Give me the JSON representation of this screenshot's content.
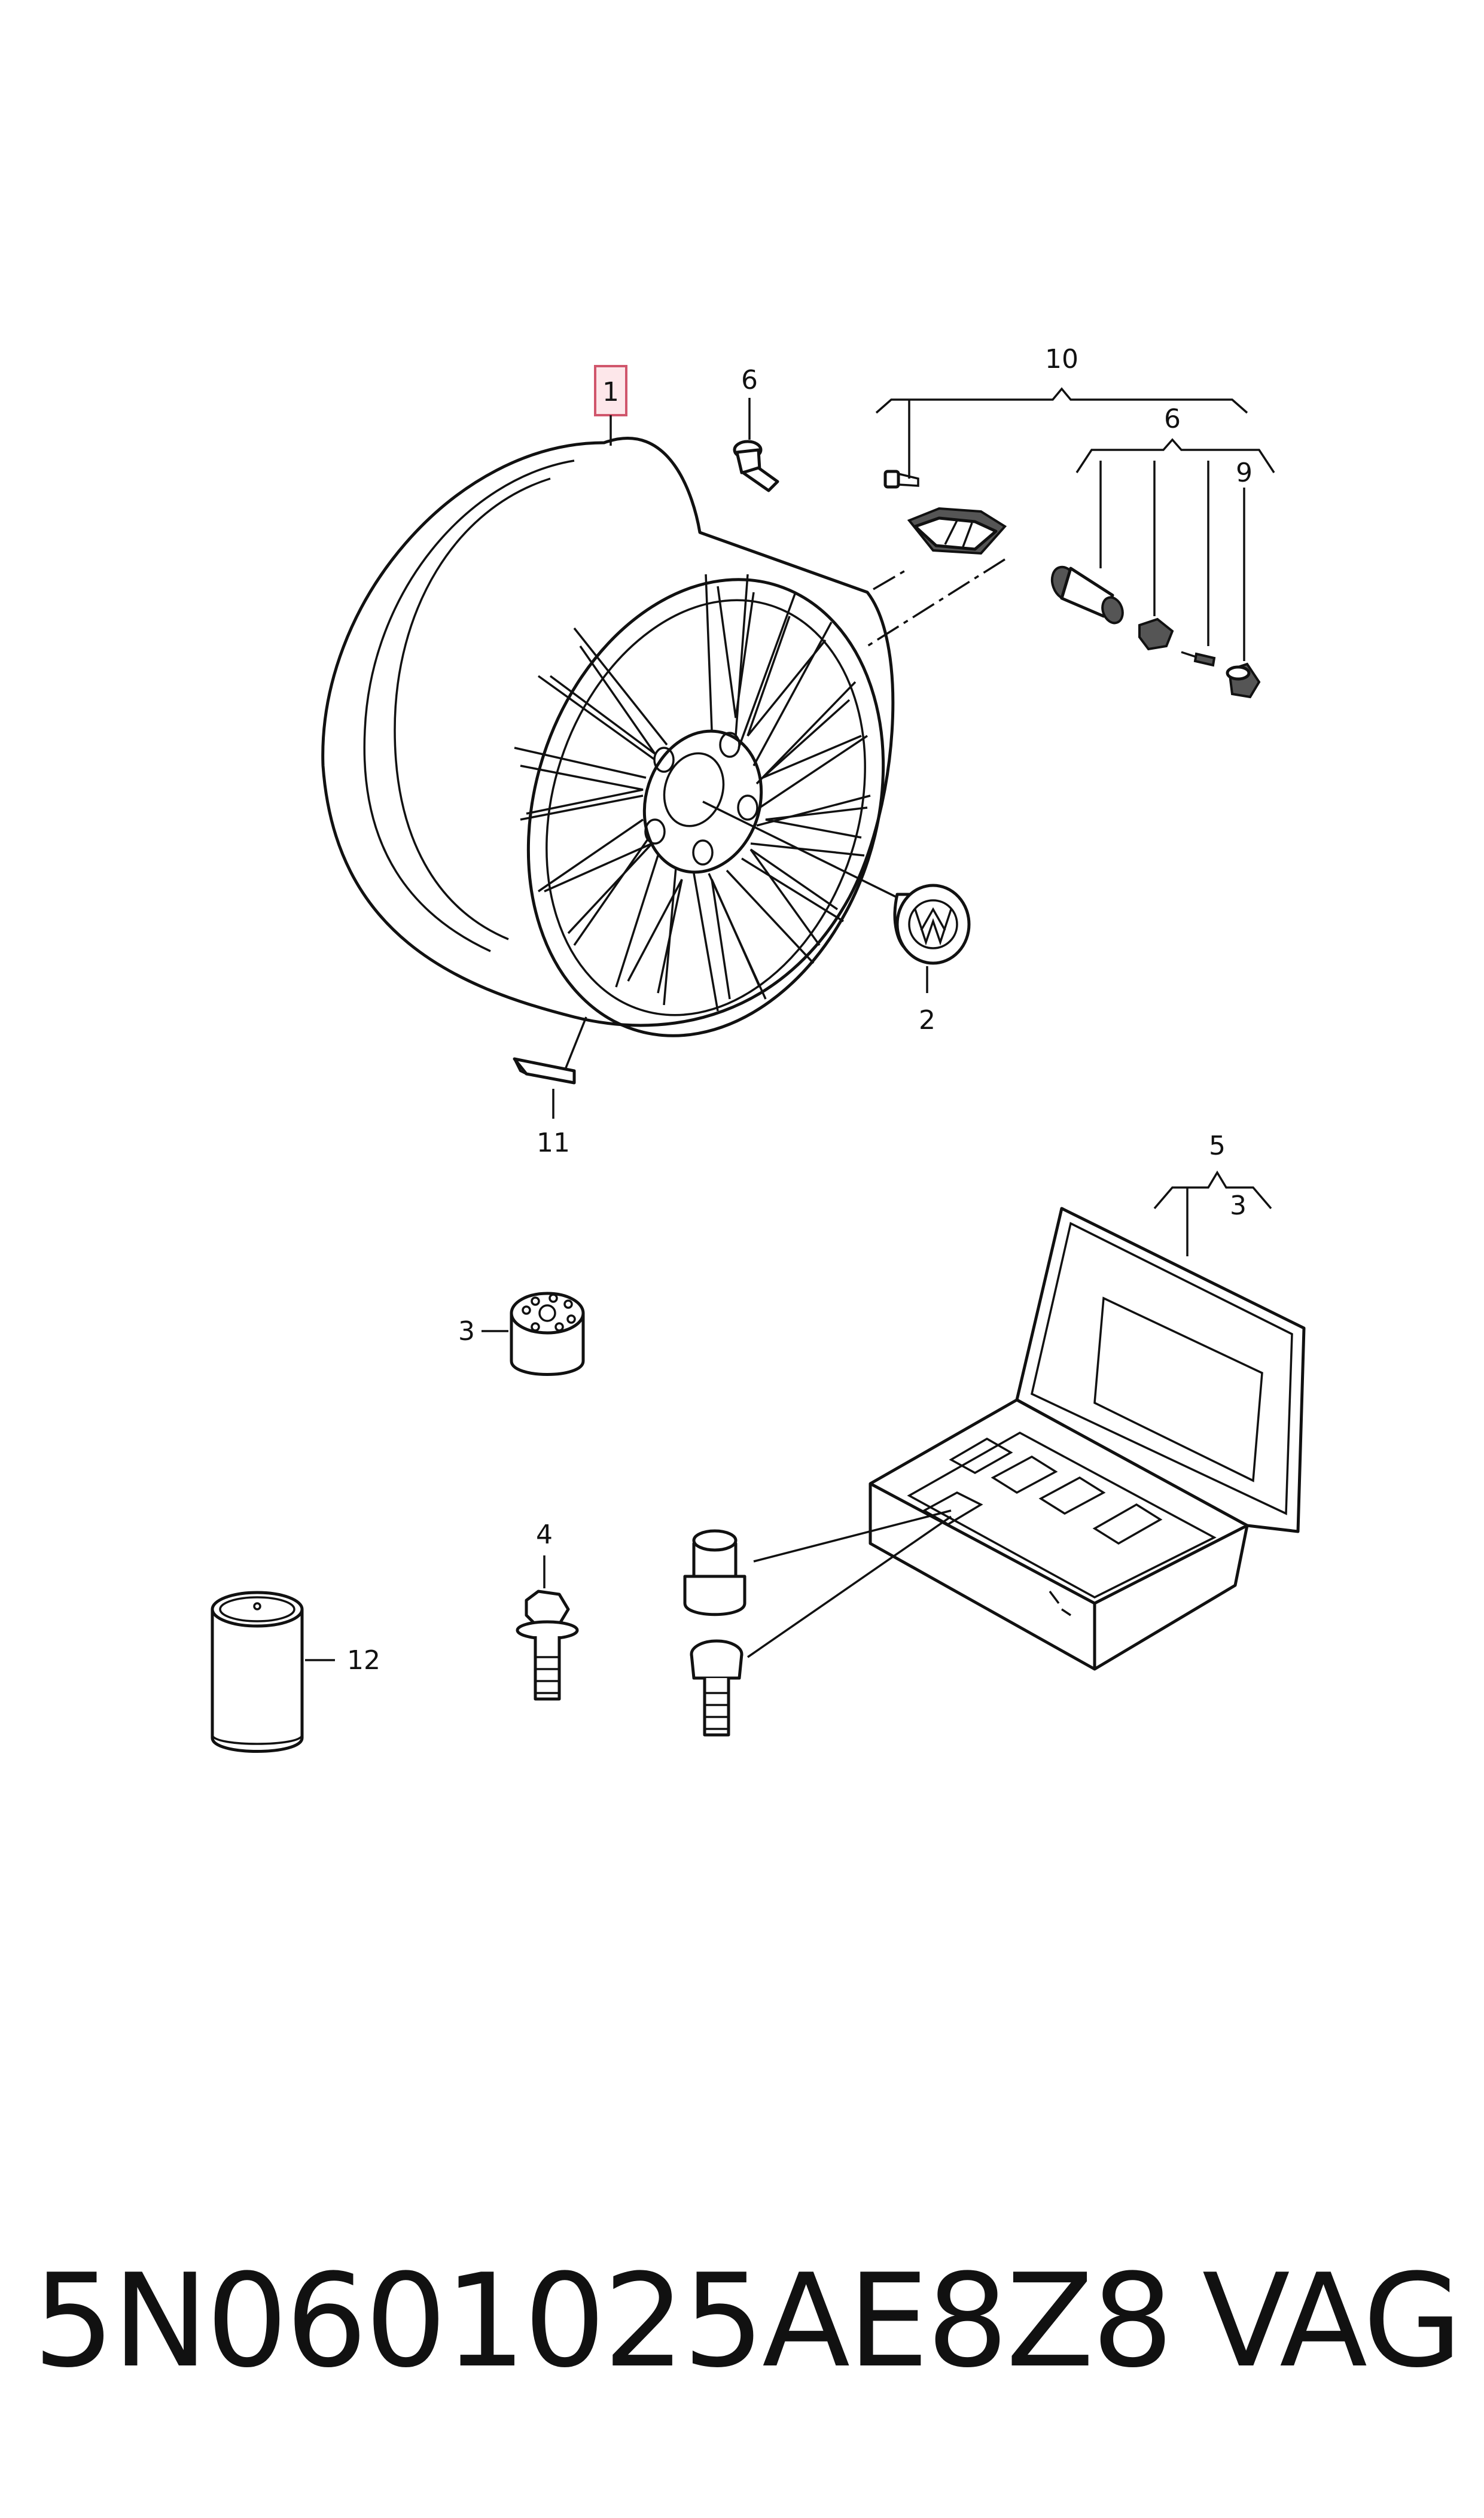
{
  "callouts": {
    "c1": "1",
    "c2": "2",
    "c3a": "3",
    "c3b": "3",
    "c4": "4",
    "c5": "5",
    "c6a": "6",
    "c6b": "6",
    "c9": "9",
    "c10": "10",
    "c11": "11",
    "c12": "12"
  },
  "footer": {
    "part_number": "5N0601025AE8Z8",
    "brand": "VAG"
  },
  "colors": {
    "highlight_fill": "#fde7ea",
    "highlight_stroke": "#d0566c",
    "line": "#111111"
  }
}
